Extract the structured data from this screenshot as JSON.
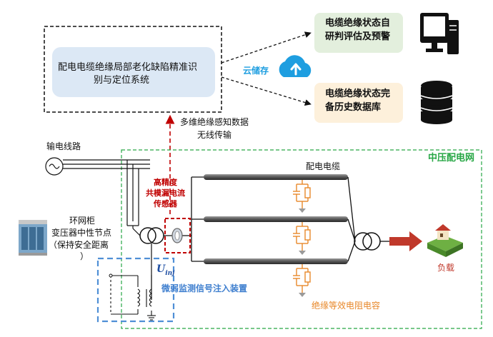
{
  "system": {
    "title_line1": "配电电缆绝缘局部老化缺陷精准识",
    "title_line2": "别与定位系统"
  },
  "cloud": {
    "label": "云储存"
  },
  "outputs": {
    "assess_line1": "电缆绝缘状态自",
    "assess_line2": "研判评估及预警",
    "history_line1": "电缆绝缘状态完",
    "history_line2": "备历史数据库"
  },
  "transmit": {
    "line1": "多维绝缘感知数据",
    "line2": "无线传输"
  },
  "network": {
    "label": "中压配电网"
  },
  "labels": {
    "transmission_line": "输电线路",
    "cable": "配电电缆",
    "sensor_line1": "高精度",
    "sensor_line2": "共模漏电流",
    "sensor_line3": "传感器",
    "ring_line1": "环网柜",
    "ring_line2": "变压器中性节点",
    "ring_line3": "（保持安全距离",
    "ring_line4": "）",
    "u_inj": "U",
    "u_inj_sub": "inj",
    "injector": "微弱监测信号注入装置",
    "equiv": "绝缘等效电阻电容",
    "load": "负载"
  },
  "colors": {
    "accent_green": "#27a745",
    "sensor_red": "#c00000",
    "injector_blue": "#4f8fd6",
    "cloud_blue": "#1e9ee0",
    "rc_orange": "#e8882a",
    "arrow_red": "#c0392b"
  }
}
